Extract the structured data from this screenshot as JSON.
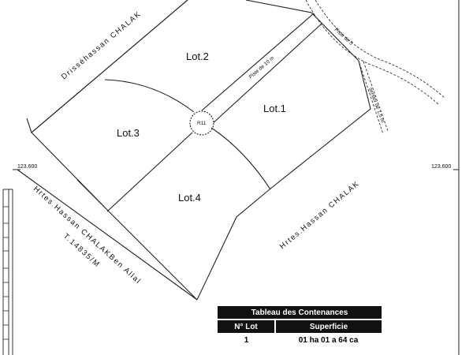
{
  "map": {
    "lots": [
      {
        "id": "lot1",
        "label": "Lot.1"
      },
      {
        "id": "lot2",
        "label": "Lot.2"
      },
      {
        "id": "lot3",
        "label": "Lot.3"
      },
      {
        "id": "lot4",
        "label": "Lot.4"
      }
    ],
    "roundabout_label": "R11",
    "road_label": "Piste de 10 m",
    "piste_label": "Piste de 5",
    "sentier_label": "sentier de 1,5 m",
    "owners": {
      "north_west": "Drisséhassan CHALAK",
      "south_west_1": "Hrtes.Hassan CHALAKBen Allal",
      "south_west_2": "T.14835/M",
      "south_east": "Hrtes.Hassan CHALAK"
    },
    "coordinates": {
      "left": "123.600",
      "right": "123.600"
    }
  },
  "table": {
    "title": "Tableau des Contenances",
    "headers": [
      "N° Lot",
      "Superficie"
    ],
    "rows": [
      {
        "lot": "1",
        "area": "01 ha 01 a 64 ca"
      }
    ]
  }
}
